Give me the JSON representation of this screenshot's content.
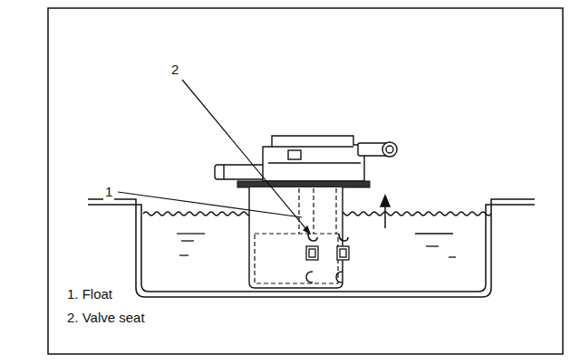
{
  "diagram": {
    "labels": [
      "2",
      "1",
      "1. Float",
      "2. Valve seat"
    ]
  }
}
